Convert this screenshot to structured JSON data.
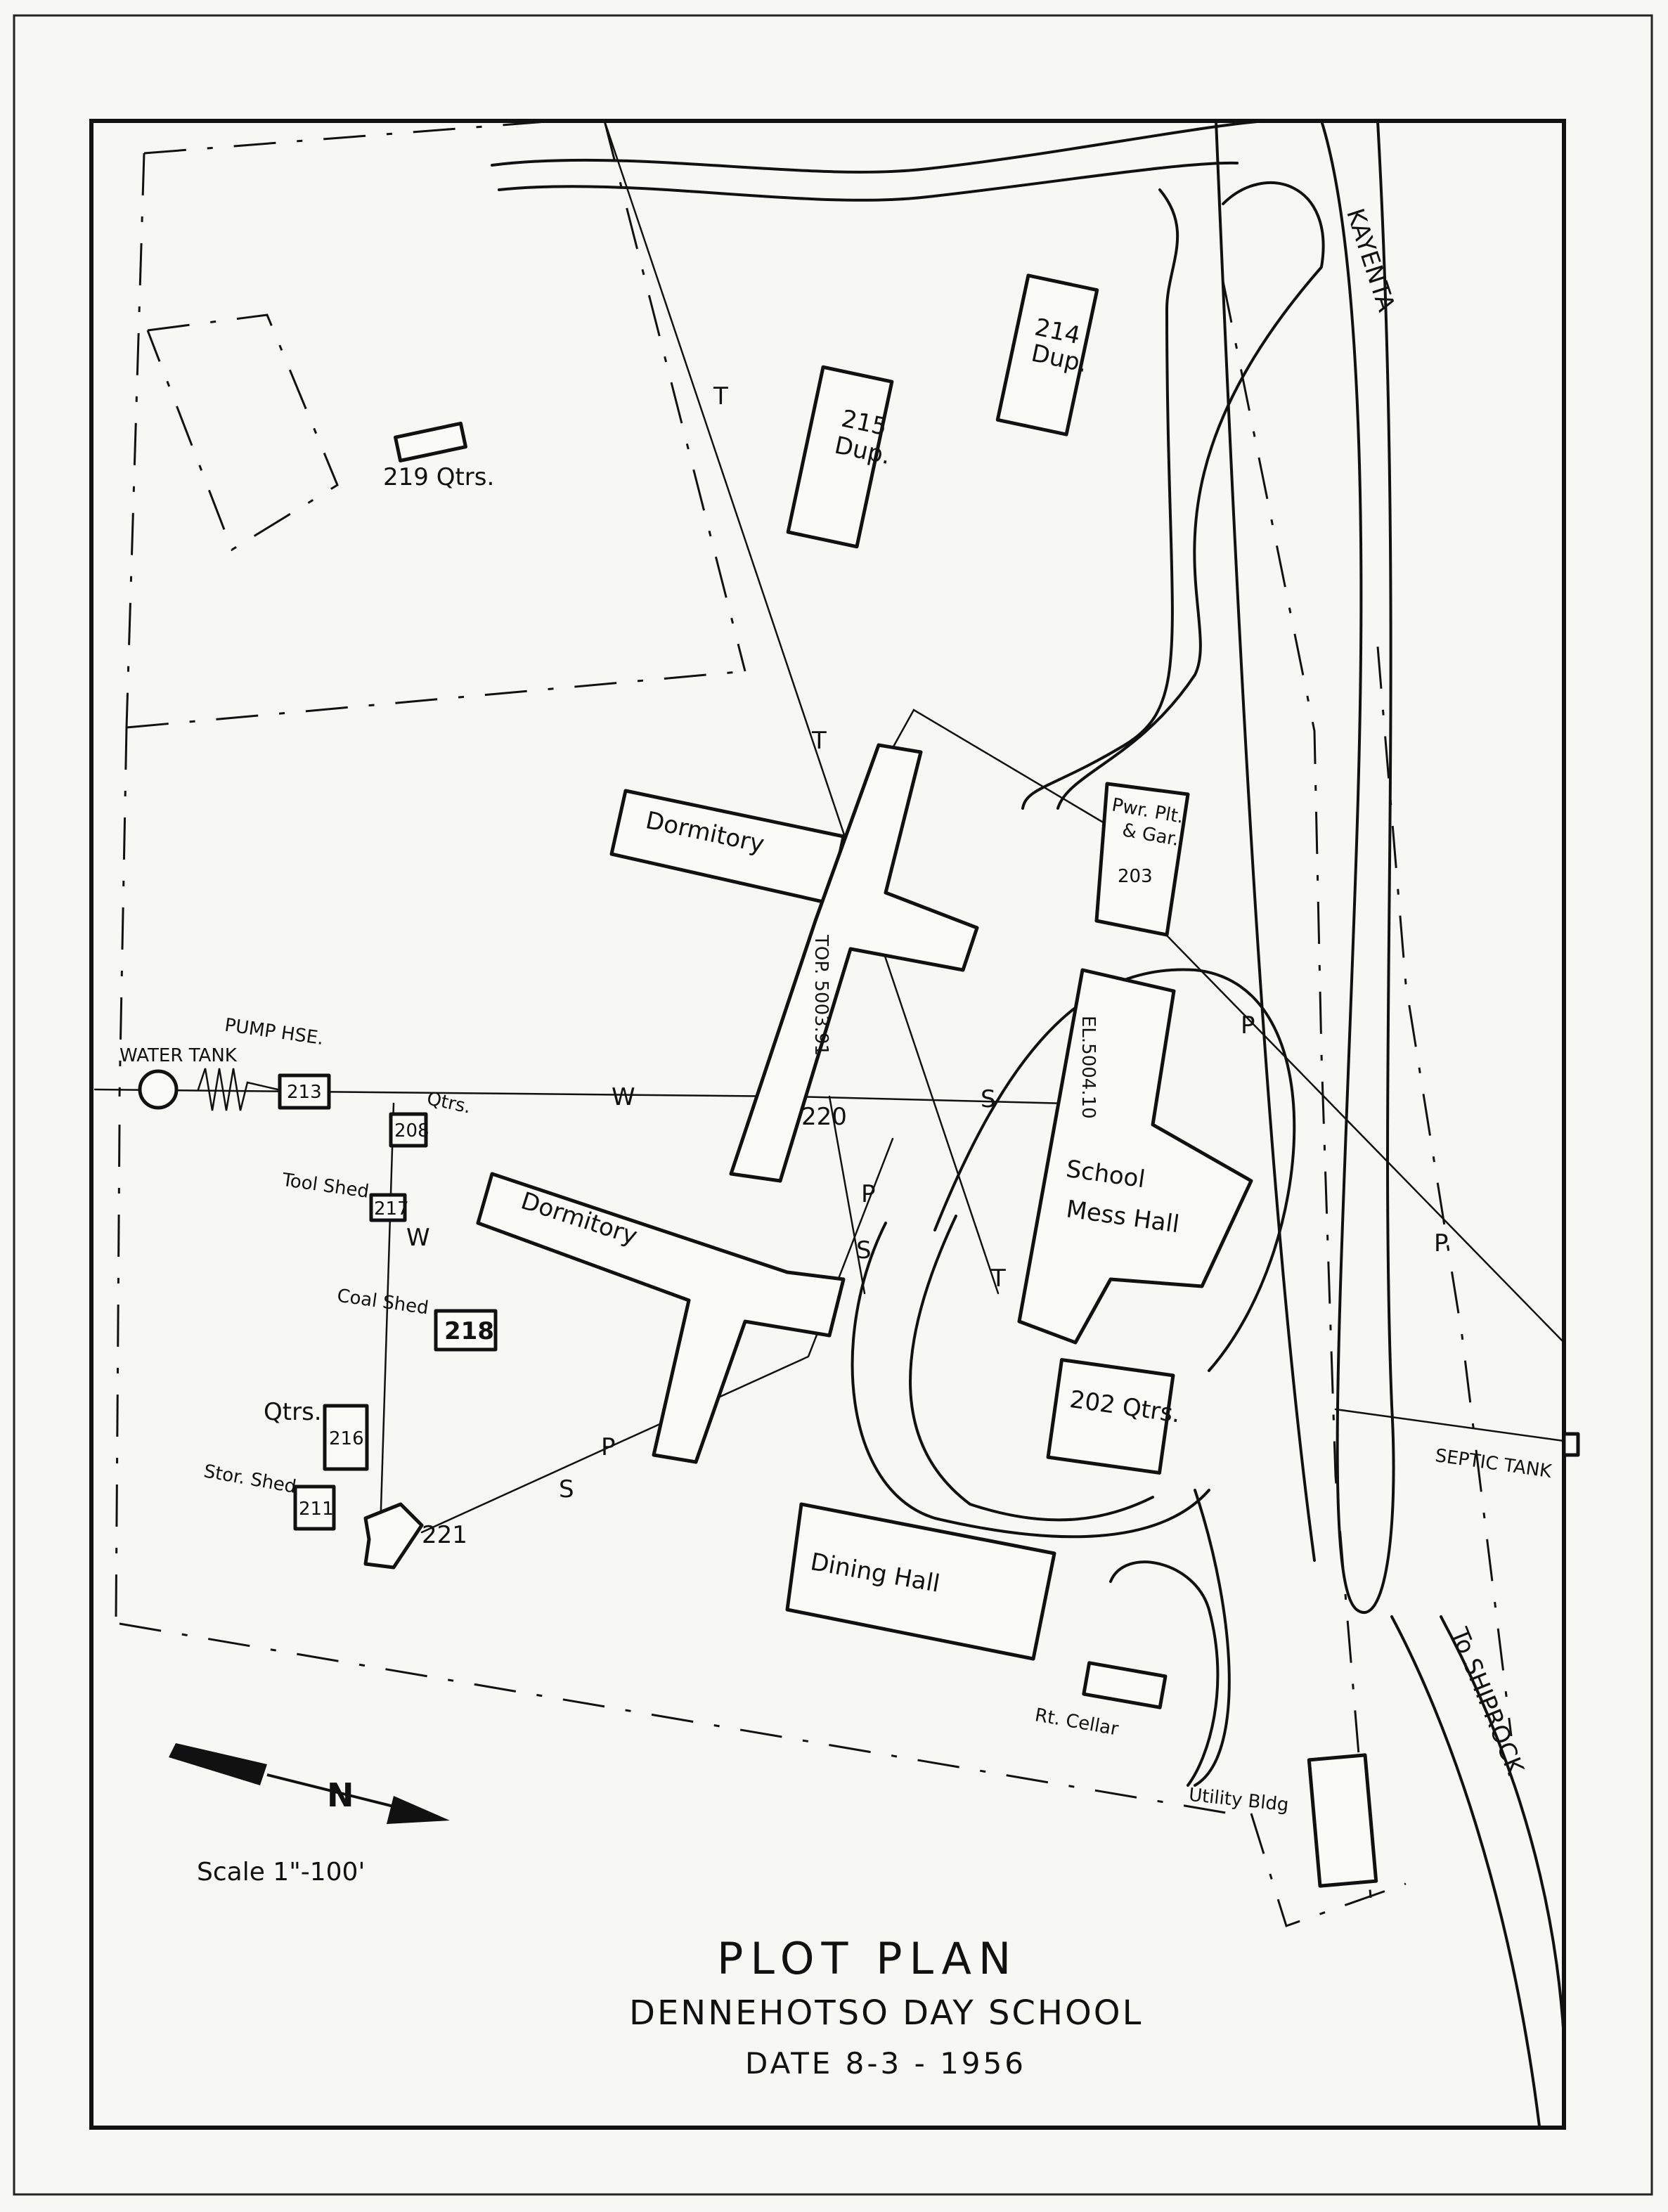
{
  "title": {
    "line1": "PLOT PLAN",
    "line2": "DENNEHOTSO DAY SCHOOL",
    "line3": "DATE 8-3 - 1956"
  },
  "scale": "Scale 1\"-100'",
  "north_letter": "N",
  "roads": {
    "kayenta": "KAYENTA",
    "shiprock": "To SHIPROCK"
  },
  "utility_letters": {
    "telephone": "T",
    "power": "P",
    "water": "W",
    "sewer": "S"
  },
  "elevations": {
    "top": "TOP. 5003.91",
    "el": "EL.5004.10"
  },
  "features": {
    "water_tank": "WATER TANK",
    "pump_house": "PUMP HSE.",
    "septic_tank": "SEPTIC TANK"
  },
  "buildings": {
    "b219": "219 Qtrs.",
    "b214_num": "214",
    "b214_name": "Dup.",
    "b215_num": "215",
    "b215_name": "Dup.",
    "pwr_plant": "Pwr. Plt.",
    "pwr_gar": "& Gar.",
    "b203": "203",
    "dormitory_1": "Dormitory",
    "dormitory_2": "Dormitory",
    "b220": "220",
    "school": "School",
    "mess_hall": "Mess Hall",
    "b213": "213",
    "qtrs_208_label": "Qtrs.",
    "b208": "208",
    "tool_shed": "Tool Shed",
    "b217": "217",
    "coal_shed": "Coal Shed",
    "b218": "218",
    "qtrs_216_label": "Qtrs.",
    "b216": "216",
    "stor_shed": "Stor. Shed",
    "b211": "211",
    "b221": "221",
    "b202": "202 Qtrs.",
    "dining_hall": "Dining Hall",
    "rt_cellar": "Rt. Cellar",
    "utility_bldg": "Utility Bldg"
  }
}
